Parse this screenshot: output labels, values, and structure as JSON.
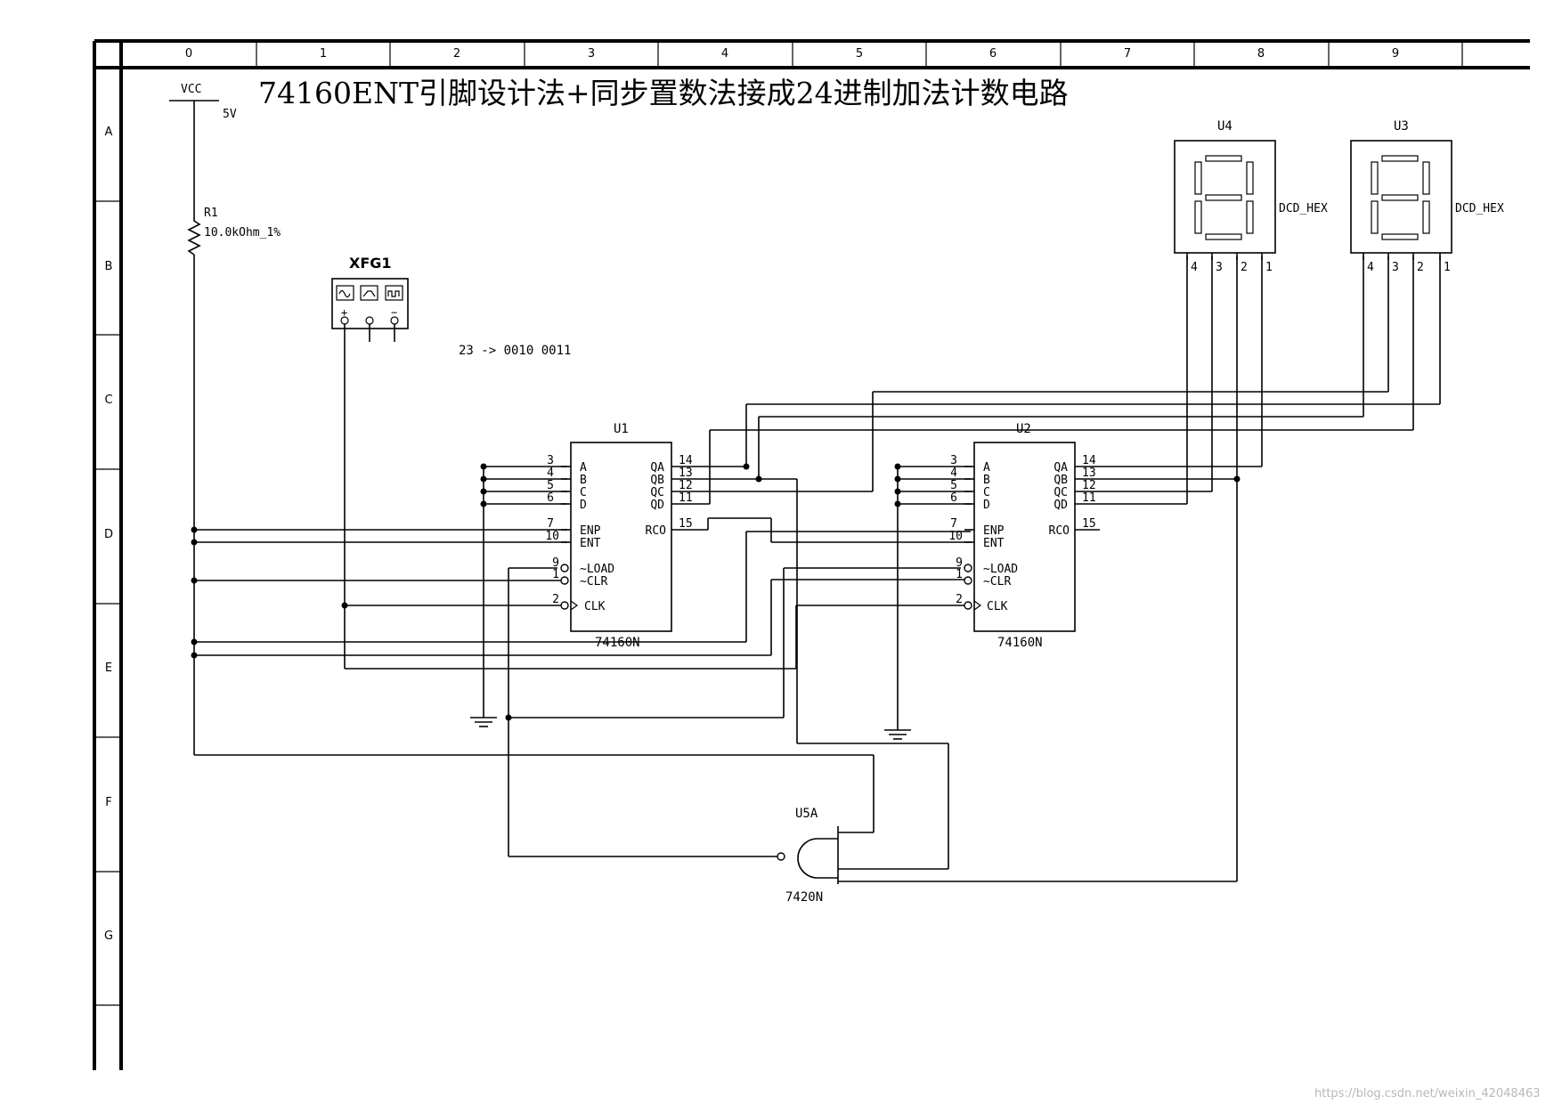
{
  "title": "74160ENT引脚设计法+同步置数法接成24进制加法计数电路",
  "note": "23 -> 0010 0011",
  "watermark": "https://blog.csdn.net/weixin_42048463",
  "border": {
    "columns": [
      "0",
      "1",
      "2",
      "3",
      "4",
      "5",
      "6",
      "7",
      "8",
      "9"
    ],
    "rows": [
      "A",
      "B",
      "C",
      "D",
      "E",
      "F",
      "G"
    ]
  },
  "vcc": {
    "label": "VCC",
    "value": "5V"
  },
  "resistor": {
    "ref": "R1",
    "value": "10.0kOhm_1%"
  },
  "generator": {
    "ref": "XFG1"
  },
  "counters": [
    {
      "ref": "U1",
      "part": "74160N",
      "left_pins": [
        {
          "num": "3",
          "name": "A"
        },
        {
          "num": "4",
          "name": "B"
        },
        {
          "num": "5",
          "name": "C"
        },
        {
          "num": "6",
          "name": "D"
        },
        {
          "num": "7",
          "name": "ENP"
        },
        {
          "num": "10",
          "name": "ENT"
        },
        {
          "num": "9",
          "name": "~LOAD"
        },
        {
          "num": "1",
          "name": "~CLR"
        },
        {
          "num": "2",
          "name": "CLK"
        }
      ],
      "right_pins": [
        {
          "num": "14",
          "name": "QA"
        },
        {
          "num": "13",
          "name": "QB"
        },
        {
          "num": "12",
          "name": "QC"
        },
        {
          "num": "11",
          "name": "QD"
        },
        {
          "num": "15",
          "name": "RCO"
        }
      ]
    },
    {
      "ref": "U2",
      "part": "74160N",
      "left_pins": [
        {
          "num": "3",
          "name": "A"
        },
        {
          "num": "4",
          "name": "B"
        },
        {
          "num": "5",
          "name": "C"
        },
        {
          "num": "6",
          "name": "D"
        },
        {
          "num": "7",
          "name": "ENP"
        },
        {
          "num": "10",
          "name": "ENT"
        },
        {
          "num": "9",
          "name": "~LOAD"
        },
        {
          "num": "1",
          "name": "~CLR"
        },
        {
          "num": "2",
          "name": "CLK"
        }
      ],
      "right_pins": [
        {
          "num": "14",
          "name": "QA"
        },
        {
          "num": "13",
          "name": "QB"
        },
        {
          "num": "12",
          "name": "QC"
        },
        {
          "num": "11",
          "name": "QD"
        },
        {
          "num": "15",
          "name": "RCO"
        }
      ]
    }
  ],
  "displays": [
    {
      "ref": "U4",
      "type": "DCD_HEX",
      "pins": [
        "4",
        "3",
        "2",
        "1"
      ]
    },
    {
      "ref": "U3",
      "type": "DCD_HEX",
      "pins": [
        "4",
        "3",
        "2",
        "1"
      ]
    }
  ],
  "gate": {
    "ref": "U5A",
    "part": "7420N"
  }
}
